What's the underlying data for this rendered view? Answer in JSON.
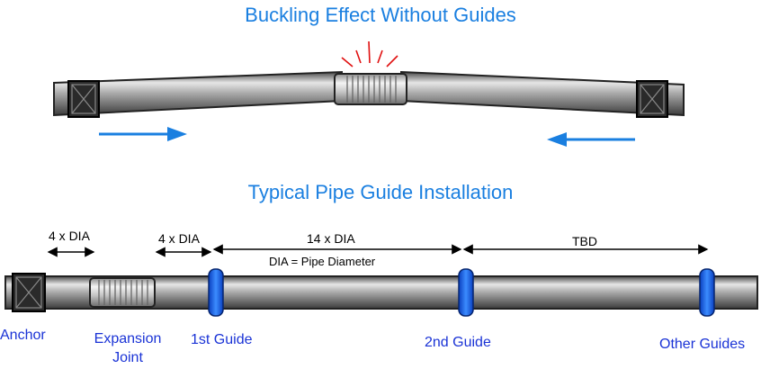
{
  "titles": {
    "top": "Buckling Effect Without Guides",
    "bottom": "Typical Pipe Guide Installation"
  },
  "dimensions": {
    "anchor_to_joint": "4 x DIA",
    "joint_to_first_guide": "4 x DIA",
    "first_to_second_guide": "14 x DIA",
    "dia_note": "DIA = Pipe Diameter",
    "beyond": "TBD"
  },
  "components": {
    "anchor": "Anchor",
    "expansion_joint_line1": "Expansion",
    "expansion_joint_line2": "Joint",
    "first_guide": "1st Guide",
    "second_guide": "2nd Guide",
    "other_guides": "Other Guides"
  },
  "colors": {
    "title": "#1a7fe0",
    "labels": "#1a33d6",
    "arrows": "#1a7fe0",
    "guide": "#1a6fe8",
    "spark": "#e01010"
  }
}
